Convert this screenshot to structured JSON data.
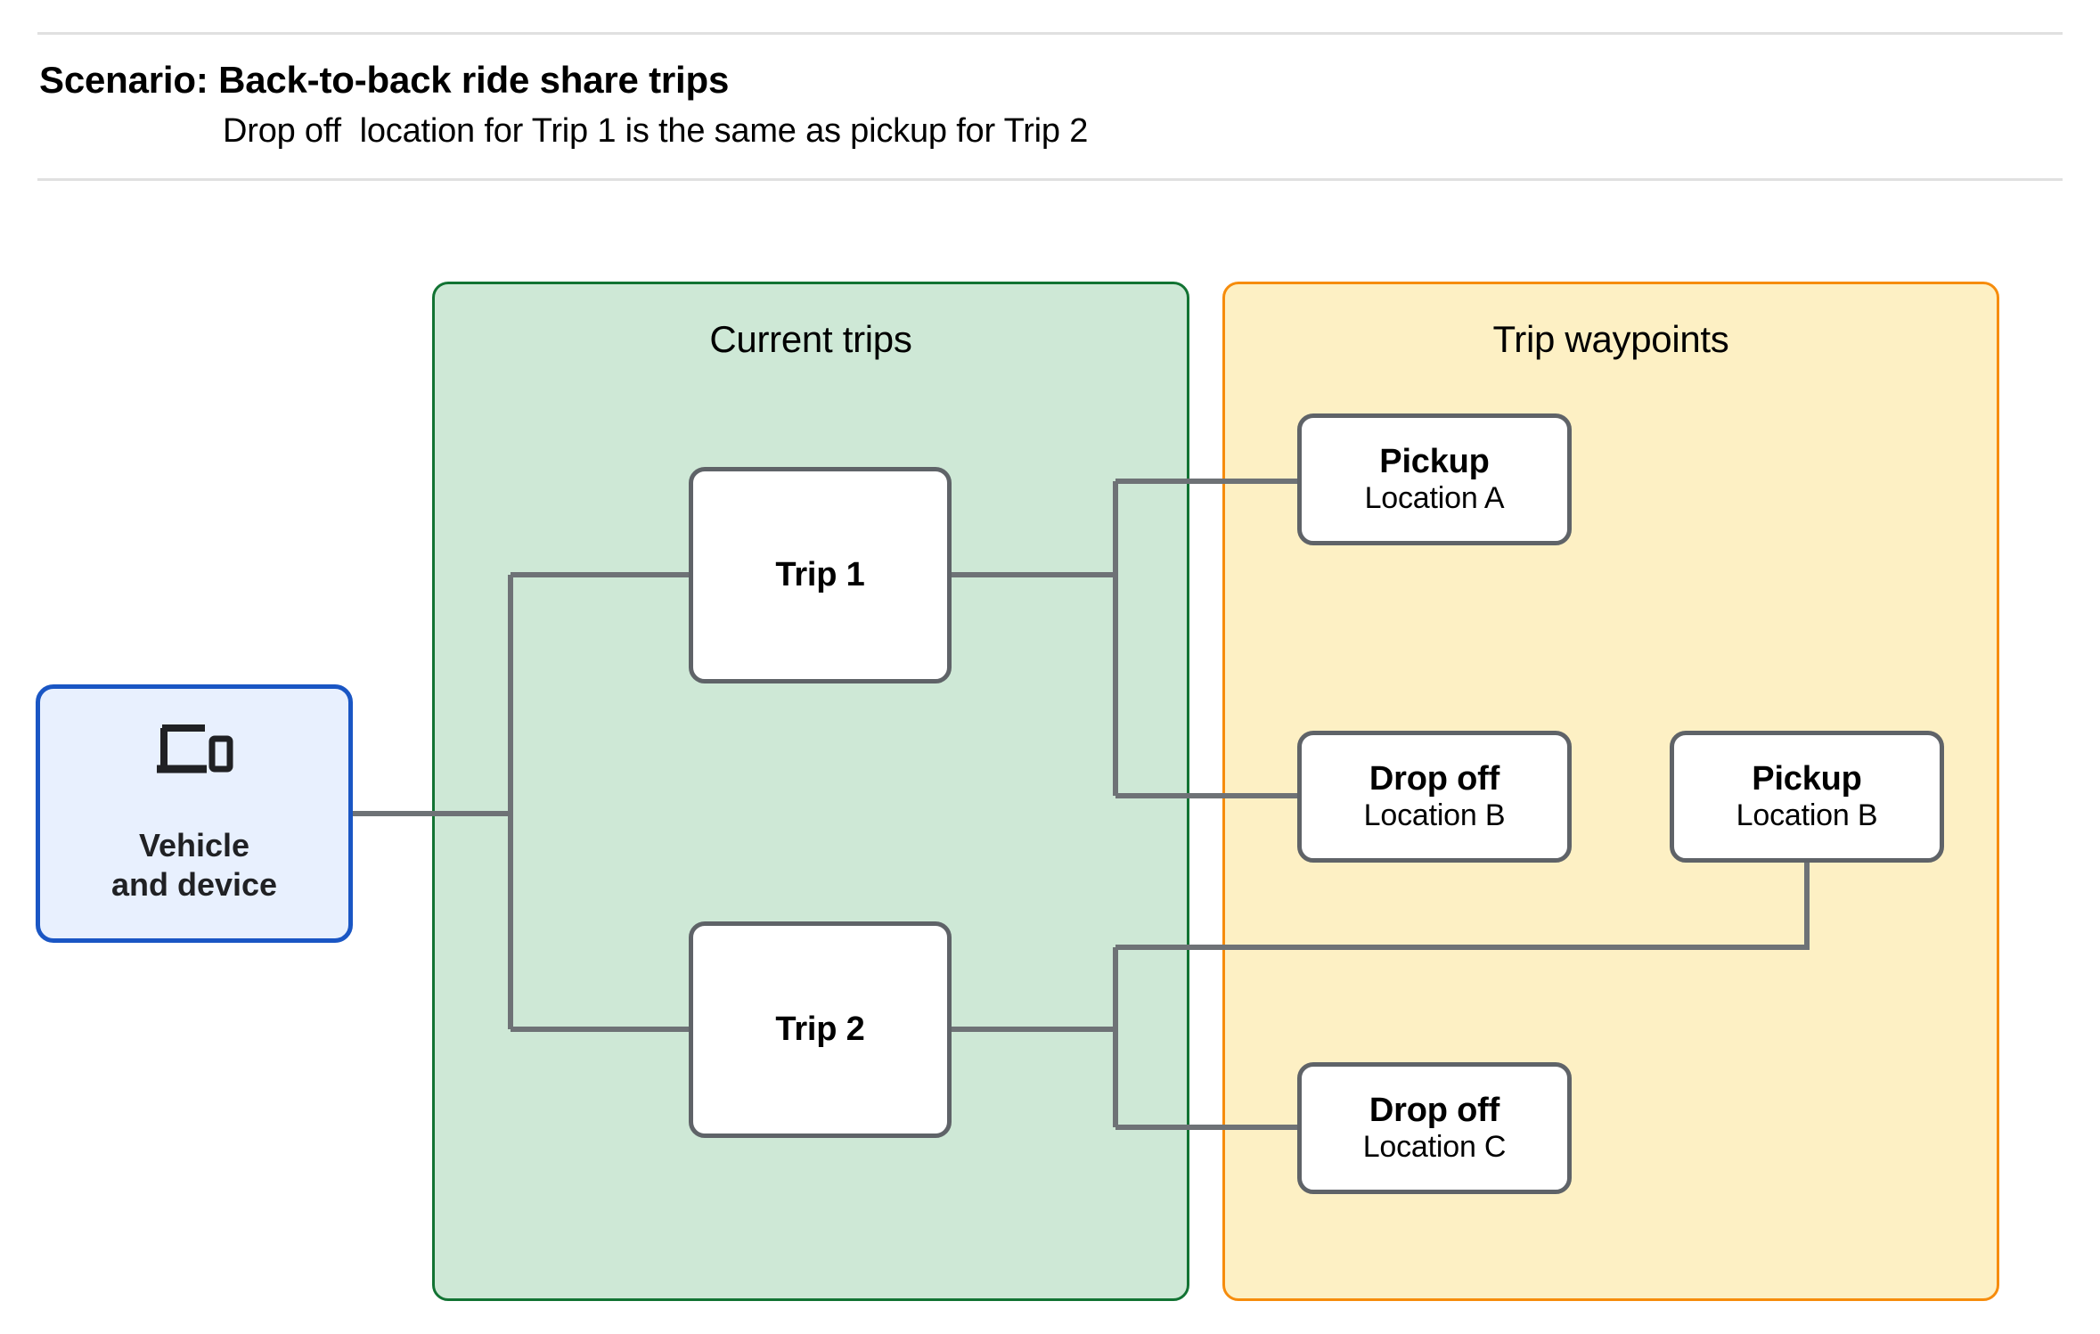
{
  "header": {
    "title": "Scenario: Back-to-back ride share trips",
    "subtitle": "Drop off  location for Trip 1 is the same as pickup for Trip 2"
  },
  "colors": {
    "current_trips_fill": "#cee8d6",
    "current_trips_border": "#127333",
    "trip_waypoints_fill": "#fdf0c4",
    "trip_waypoints_border": "#f68c0c",
    "vehicle_fill": "#e8f0fe",
    "vehicle_border": "#1a56c4",
    "node_border": "#5f6368",
    "connector": "#6e7276"
  },
  "panels": [
    {
      "id": "current-trips",
      "title": "Current trips"
    },
    {
      "id": "trip-waypoints",
      "title": "Trip waypoints"
    }
  ],
  "vehicle": {
    "icon": "devices-icon",
    "label": "Vehicle\nand device"
  },
  "trips": [
    {
      "id": "trip-1",
      "label": "Trip 1"
    },
    {
      "id": "trip-2",
      "label": "Trip 2"
    }
  ],
  "waypoints": [
    {
      "id": "pickup-a",
      "type": "Pickup",
      "location": "Location A"
    },
    {
      "id": "dropoff-b",
      "type": "Drop off",
      "location": "Location B"
    },
    {
      "id": "pickup-b",
      "type": "Pickup",
      "location": "Location B"
    },
    {
      "id": "dropoff-c",
      "type": "Drop off",
      "location": "Location C"
    }
  ],
  "edges": [
    {
      "from": "vehicle",
      "to": "trip-1"
    },
    {
      "from": "vehicle",
      "to": "trip-2"
    },
    {
      "from": "trip-1",
      "to": "pickup-a"
    },
    {
      "from": "trip-1",
      "to": "dropoff-b"
    },
    {
      "from": "trip-2",
      "to": "pickup-b"
    },
    {
      "from": "trip-2",
      "to": "dropoff-c"
    }
  ]
}
